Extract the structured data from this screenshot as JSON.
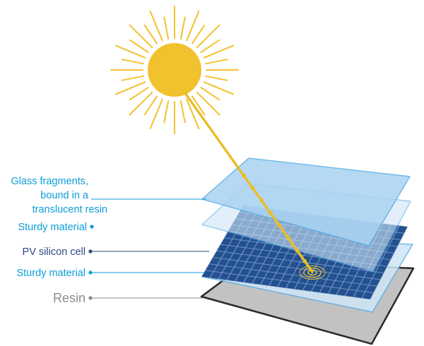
{
  "colors": {
    "sun": "#F2C12E",
    "sun_ray": "#F2C12E",
    "light_beam": "#E9BE2A",
    "glass_fill": "#A9D3F2",
    "glass_stroke": "#5BAEE3",
    "sturdy_fill": "#CFE6F7",
    "cell_fill": "#23508F",
    "cell_grid": "#6F92C6",
    "resin_fill": "#C2C2C2",
    "resin_stroke": "#2A2A2A",
    "label_blue": "#0C9ED9",
    "label_navy": "#2E4A86",
    "label_grey": "#8C8C8C"
  },
  "labels": {
    "glass_line1": "Glass fragments,",
    "glass_line2": "bound in a",
    "glass_line3": "translucent resin",
    "sturdy_top": "Sturdy material",
    "pv_cell": "PV silicon cell",
    "sturdy_bottom": "Sturdy material",
    "resin": "Resin"
  }
}
